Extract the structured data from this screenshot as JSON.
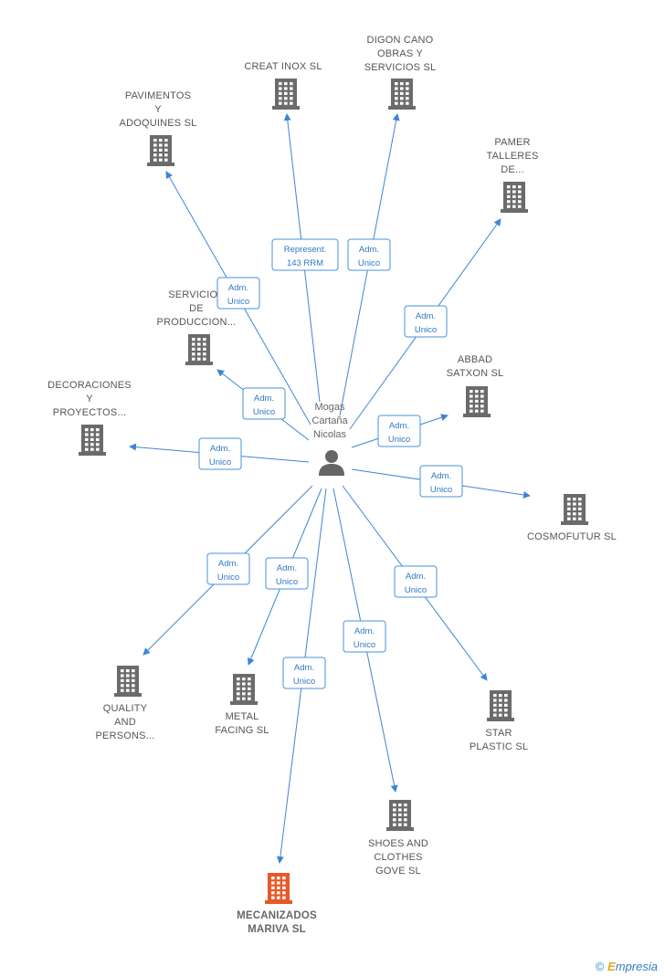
{
  "center": {
    "label": [
      "Mogas",
      "Cartaña",
      "Nicolas"
    ],
    "icon": "person-icon",
    "color": "#666666"
  },
  "colors": {
    "edge": "#3d85d6",
    "building": "#6b6b6b",
    "highlight": "#e8582a"
  },
  "companies": [
    {
      "id": "creatinox",
      "label": [
        "CREAT INOX SL"
      ],
      "edge_label": [
        "Represent.",
        "143 RRM"
      ],
      "highlight": false
    },
    {
      "id": "digon",
      "label": [
        "DIGON CANO",
        "OBRAS Y",
        "SERVICIOS SL"
      ],
      "edge_label": [
        "Adm.",
        "Unico"
      ],
      "highlight": false
    },
    {
      "id": "pavimentos",
      "label": [
        "PAVIMENTOS",
        "Y",
        "ADOQUINES SL"
      ],
      "edge_label": [
        "Adm.",
        "Unico"
      ],
      "highlight": false
    },
    {
      "id": "pamer",
      "label": [
        "PAMER",
        "TALLERES",
        "DE..."
      ],
      "edge_label": [
        "Adm.",
        "Unico"
      ],
      "highlight": false
    },
    {
      "id": "servicios",
      "label": [
        "SERVICIOS",
        "DE",
        "PRODUCCION..."
      ],
      "edge_label": [
        "Adm.",
        "Unico"
      ],
      "highlight": false
    },
    {
      "id": "abbad",
      "label": [
        "ABBAD",
        "SATXON SL"
      ],
      "edge_label": [
        "Adm.",
        "Unico"
      ],
      "highlight": false
    },
    {
      "id": "decoraciones",
      "label": [
        "DECORACIONES",
        "Y",
        "PROYECTOS..."
      ],
      "edge_label": [
        "Adm.",
        "Unico"
      ],
      "highlight": false
    },
    {
      "id": "cosmofutur",
      "label": [
        "COSMOFUTUR SL"
      ],
      "edge_label": [
        "Adm.",
        "Unico"
      ],
      "highlight": false
    },
    {
      "id": "quality",
      "label": [
        "QUALITY",
        "AND",
        "PERSONS..."
      ],
      "edge_label": [
        "Adm.",
        "Unico"
      ],
      "highlight": false
    },
    {
      "id": "metal",
      "label": [
        "METAL",
        "FACING SL"
      ],
      "edge_label": [
        "Adm.",
        "Unico"
      ],
      "highlight": false
    },
    {
      "id": "star",
      "label": [
        "STAR",
        "PLASTIC SL"
      ],
      "edge_label": [
        "Adm.",
        "Unico"
      ],
      "highlight": false
    },
    {
      "id": "shoes",
      "label": [
        "SHOES AND",
        "CLOTHES",
        "GOVE SL"
      ],
      "edge_label": [
        "Adm.",
        "Unico"
      ],
      "highlight": false
    },
    {
      "id": "mecanizados",
      "label": [
        "MECANIZADOS",
        "MARIVA SL"
      ],
      "edge_label": [
        "Adm.",
        "Unico"
      ],
      "highlight": true
    }
  ],
  "footer": {
    "copyright": "©",
    "brand_first": "E",
    "brand_rest": "mpresia"
  }
}
